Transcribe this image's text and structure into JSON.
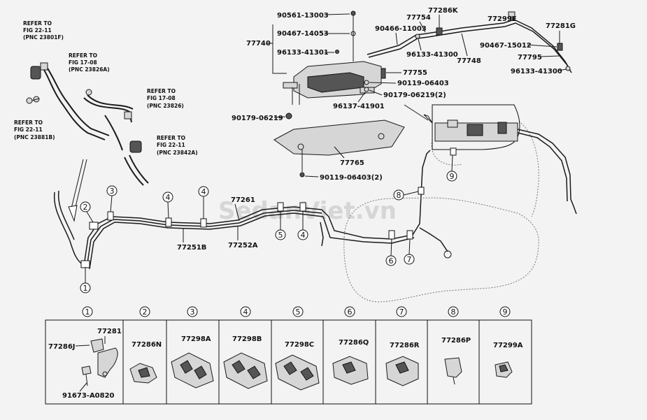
{
  "refer_notes": [
    {
      "line1": "REFER TO",
      "line2": "FIG 22-11",
      "line3": "(PNC 23801F)"
    },
    {
      "line1": "REFER TO",
      "line2": "FIG 17-08",
      "line3": "(PNC 23826A)"
    },
    {
      "line1": "REFER TO",
      "line2": "FIG 17-08",
      "line3": "(PNC 23826)"
    },
    {
      "line1": "REFER TO",
      "line2": "FIG 22-11",
      "line3": "(PNC 23881B)"
    },
    {
      "line1": "REFER TO",
      "line2": "FIG 22-11",
      "line3": "(PNC 23842A)"
    }
  ],
  "canister_labels": {
    "l90561": "90561-13003",
    "l90467a": "90467-14053",
    "l77740": "77740",
    "l96133a": "96133-41301",
    "l77755": "77755",
    "l90119a": "90119-06403",
    "l90179b": "90179-06219(2)",
    "l96137": "96137-41901",
    "l90179a": "90179-06219",
    "l77765": "77765",
    "l90119b": "90119-06403(2)"
  },
  "hose_labels": {
    "l77754": "77754",
    "l77286K": "77286K",
    "l77299E": "77299E",
    "l77281G": "77281G",
    "l90466": "90466-11003",
    "l96133b": "96133-41300",
    "l77748": "77748",
    "l90467b": "90467-15012",
    "l77795": "77795",
    "l96133c": "96133-41300"
  },
  "line_labels": {
    "l77261": "77261",
    "l77251B": "77251B",
    "l77252A": "77252A"
  },
  "markers": [
    "1",
    "2",
    "3",
    "4",
    "4",
    "5",
    "4",
    "6",
    "7",
    "8",
    "9"
  ],
  "watermark": "SedanViet.vn",
  "clip_table": {
    "headers": [
      "1",
      "2",
      "3",
      "4",
      "5",
      "6",
      "7",
      "8",
      "9"
    ],
    "c1_labels": [
      "77281",
      "77286J",
      "91673-A0820"
    ],
    "parts": [
      "77286N",
      "77298A",
      "77298B",
      "77298C",
      "77286Q",
      "77286R",
      "77286P",
      "77299A"
    ]
  }
}
